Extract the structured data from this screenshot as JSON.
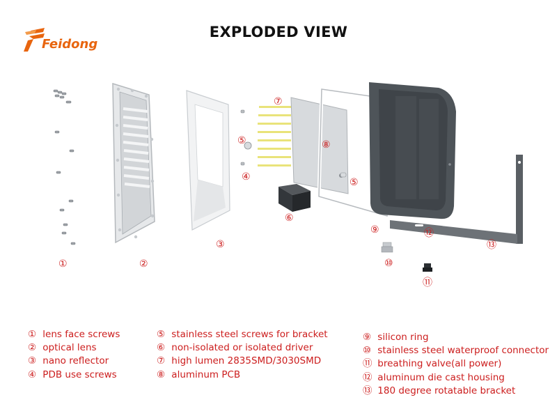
{
  "brand": {
    "logo_text": "Feidong",
    "accent_color": "#e8650f"
  },
  "title": "EXPLODED VIEW",
  "colors": {
    "callout": "#cc1d1d",
    "title": "#111111",
    "housing": "#4e5459",
    "led": "#e9e37a"
  },
  "callouts": {
    "c1": "①",
    "c2": "②",
    "c3": "③",
    "c4": "④",
    "c5a": "⑤",
    "c5b": "⑤",
    "c6": "⑥",
    "c7": "⑦",
    "c8": "⑧",
    "c9": "⑨",
    "c10": "⑩",
    "c11": "⑪",
    "c12": "⑫",
    "c13": "⑬"
  },
  "legend": {
    "column1": [
      {
        "mark": "①",
        "label": "lens face screws"
      },
      {
        "mark": "②",
        "label": "optical lens"
      },
      {
        "mark": "③",
        "label": "nano reflector"
      },
      {
        "mark": "④",
        "label": "PDB use screws"
      }
    ],
    "column2": [
      {
        "mark": "⑤",
        "label": "stainless steel screws for bracket"
      },
      {
        "mark": "⑥",
        "label": "non-isolated or isolated driver"
      },
      {
        "mark": "⑦",
        "label": "high lumen 2835SMD/3030SMD"
      },
      {
        "mark": "⑧",
        "label": "aluminum PCB"
      }
    ],
    "column3": [
      {
        "mark": "⑨",
        "label": "silicon ring"
      },
      {
        "mark": "⑩",
        "label": "stainless steel waterproof connector"
      },
      {
        "mark": "⑪",
        "label": "breathing valve(all power)"
      },
      {
        "mark": "⑫",
        "label": "aluminum die cast housing"
      },
      {
        "mark": "⑬",
        "label": "180 degree rotatable bracket"
      }
    ]
  }
}
